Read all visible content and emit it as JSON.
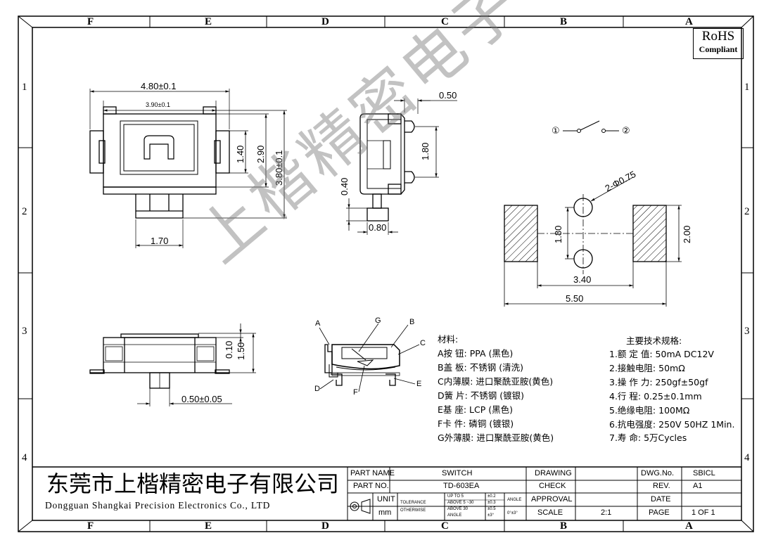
{
  "zones": {
    "columns": [
      "F",
      "E",
      "D",
      "C",
      "B",
      "A"
    ],
    "rows": [
      "1",
      "2",
      "3",
      "4"
    ]
  },
  "rohs": {
    "line1": "RoHS",
    "line2": "Compliant"
  },
  "top_view": {
    "width_outer": "4.80±0.1",
    "width_inner": "3.90±0.1",
    "height_button": "1.40",
    "height_body": "2.90",
    "height_total": "3.80±0.1",
    "tab_width": "1.70"
  },
  "side_view": {
    "actuator_travel": "0.50",
    "pin_pitch": "1.80",
    "pin_height": "0.40",
    "pin_width": "0.80"
  },
  "schematic": {
    "terminal_1": "①",
    "terminal_2": "②"
  },
  "footprint": {
    "hole_dia": "2-Φ0.75",
    "hole_pitch": "1.80",
    "pad_height": "2.00",
    "pad_gap": "3.40",
    "pad_span": "5.50"
  },
  "front_view": {
    "thickness_1": "0.10",
    "thickness_2": "1.50",
    "pin_offset": "0.50±0.05"
  },
  "section_labels": {
    "a": "A",
    "b": "B",
    "c": "C",
    "d": "D",
    "e": "E",
    "f": "F",
    "g": "G"
  },
  "materials": {
    "title": "材料:",
    "items": [
      "A按  钮: PPA (黑色)",
      "B盖  板: 不锈钢 (清洗)",
      "C内薄膜: 进口聚酰亚胺(黄色)",
      "D簧  片: 不锈钢 (镀银)",
      "E基  座: LCP (黑色)",
      "F卡  件: 磷铜 (镀银)",
      "G外薄膜: 进口聚酰亚胺(黄色)"
    ]
  },
  "specs": {
    "title": "主要技术规格:",
    "items": [
      "1.额 定 值: 50mA DC12V",
      "2.接触电阻: 50mΩ",
      "3.操 作 力: 250gf±50gf",
      "4.行    程: 0.25±0.1mm",
      "5.绝缘电阻: 100MΩ",
      "6.抗电强度: 250V 50HZ 1Min.",
      "7.寿    命: 5万Cycles"
    ]
  },
  "watermark": "上楷精密电子",
  "company": {
    "name_cn": "东莞市上楷精密电子有限公司",
    "name_en": "Dongguan Shangkai Precision Electronics Co., LTD"
  },
  "title_block": {
    "part_name_label": "PART NAME",
    "part_name": "SWITCH",
    "part_no_label": "PART NO.",
    "part_no": "TD-603EA",
    "unit_label": "UNIT",
    "unit": "mm",
    "tolerance_label": "TOLERANCE",
    "tolerance_otherwise": "OTHERWISE",
    "tol_up_to_5": "UP TO 5",
    "tol_up_to_5_val": "±0.2",
    "tol_5_30": "ABOVE 5 ~30",
    "tol_5_30_val": "±0.3",
    "tol_above_30": "ABOVE 30",
    "tol_above_30_val": "±0.5",
    "tol_angle_label": "ANGLE",
    "tol_angle_val": "±3°",
    "angle_label": "ANGLE",
    "angle_val": "0°±3°",
    "drawing_label": "DRAWING",
    "check_label": "CHECK",
    "approval_label": "APPROVAL",
    "scale_label": "SCALE",
    "scale": "2:1",
    "dwg_no_label": "DWG.No.",
    "dwg_no": "SBICL",
    "rev_label": "REV.",
    "rev": "A1",
    "date_label": "DATE",
    "page_label": "PAGE",
    "page": "1 OF 1"
  }
}
